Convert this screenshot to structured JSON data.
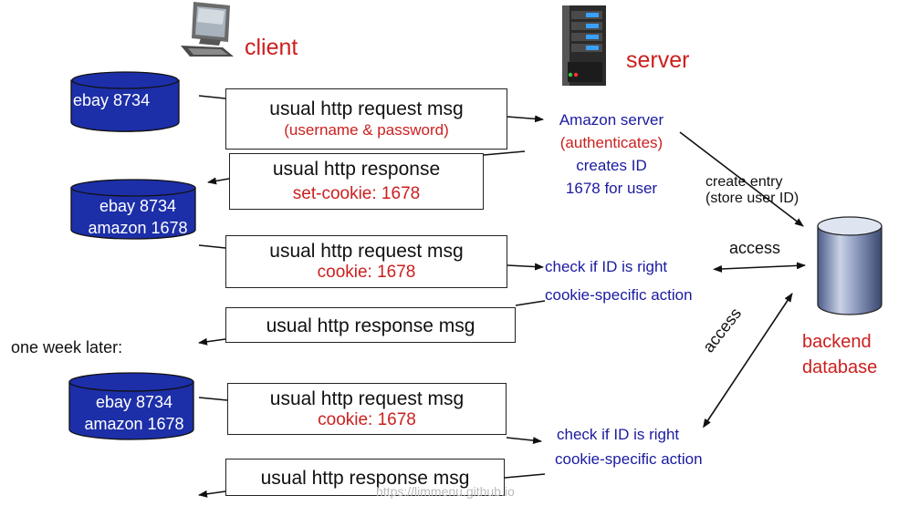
{
  "titles": {
    "client": "client",
    "server": "server",
    "db": [
      "backend",
      "database"
    ]
  },
  "cylinders": {
    "c1": [
      "ebay 8734"
    ],
    "c2": [
      "ebay 8734",
      "amazon 1678"
    ],
    "c3": [
      "ebay 8734",
      "amazon 1678"
    ]
  },
  "boxes": [
    {
      "l1": "usual http request msg",
      "l2": "(username & password)"
    },
    {
      "l1": "usual http response",
      "l2": "set-cookie: 1678"
    },
    {
      "l1": "usual http request msg",
      "l2": "cookie: 1678"
    },
    {
      "l1": "usual http response msg",
      "l2": ""
    },
    {
      "l1": "usual http request msg",
      "l2": "cookie: 1678"
    },
    {
      "l1": "usual http response msg",
      "l2": ""
    }
  ],
  "server_notes": {
    "amazon": [
      "Amazon server",
      "(authenticates)",
      "creates ID",
      "1678 for user"
    ],
    "check1": "check if ID is right",
    "action1": "cookie-specific action",
    "check2": "check if ID is right",
    "action2": "cookie-specific action"
  },
  "create_entry": [
    "create entry",
    "(store user ID)"
  ],
  "access1": "access",
  "access2": "access",
  "one_week": "one week later:",
  "watermark": "https://limmenu.github.io"
}
